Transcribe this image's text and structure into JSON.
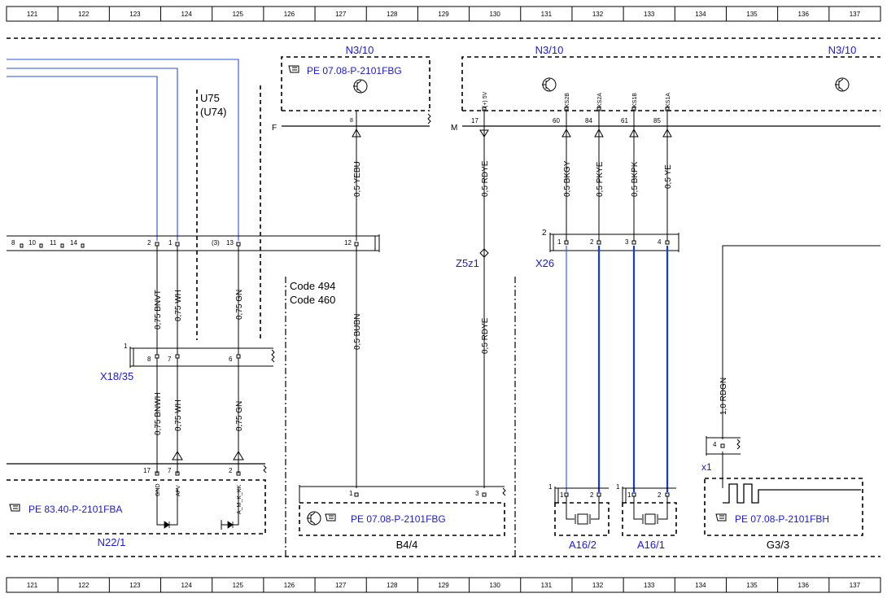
{
  "ruler": {
    "columns": [
      "121",
      "122",
      "123",
      "124",
      "125",
      "126",
      "127",
      "128",
      "129",
      "130",
      "131",
      "132",
      "133",
      "134",
      "135",
      "136",
      "137"
    ]
  },
  "components": {
    "n3_10_a": "N3/10",
    "n3_10_b": "N3/10",
    "n3_10_c": "N3/10",
    "u75": "U75",
    "u74": "(U74)",
    "code494": "Code 494",
    "code460": "Code 460",
    "x18_35": "X18/35",
    "x26": "X26",
    "z5z1": "Z5z1",
    "x1": "x1",
    "n22_1": "N22/1",
    "b4_4": "B4/4",
    "a16_2": "A16/2",
    "a16_1": "A16/1",
    "g3_3": "G3/3"
  },
  "references": {
    "ref_n3_10": "PE 07.08-P-2101FBG",
    "ref_n22_1": "PE 83.40-P-2101FBA",
    "ref_b4_4": "PE 07.08-P-2101FBG",
    "ref_g3_3": "PE 07.08-P-2101FBH"
  },
  "connector_letters": {
    "f": "F",
    "m": "M"
  },
  "pin_labels": {
    "p5v": "(+) 5V",
    "ks2b": "KS2B",
    "ks2a": "KS2A",
    "ks1b": "KS1B",
    "ks1a": "KS1A",
    "gnd": "GND",
    "afv": "AFV",
    "amkk": "A_M_K_KK"
  },
  "pins": {
    "n3_f_8": "8",
    "n3_m_17": "17",
    "n3_m_60": "60",
    "n3_m_84": "84",
    "n3_m_61": "61",
    "n3_m_85": "85",
    "bus_8": "8",
    "bus_10": "10",
    "bus_11": "11",
    "bus_14": "14",
    "bus_2": "2",
    "bus_1": "1",
    "bus_3p": "(3)",
    "bus_13": "13",
    "bus_12": "12",
    "x18_1": "1",
    "x18_8": "8",
    "x18_7": "7",
    "x18_6": "6",
    "x26_2": "2",
    "x26_p1": "1",
    "x26_p2": "2",
    "x26_p3": "3",
    "x26_p4": "4",
    "n22_17": "17",
    "n22_7": "7",
    "n22_2": "2",
    "b44_1": "1",
    "b44_3": "3",
    "a162_1a": "1",
    "a162_1b": "1",
    "a162_2": "2",
    "a161_1a": "1",
    "a161_1b": "1",
    "a161_2": "2",
    "g33_4": "4"
  },
  "wires": {
    "w_yebu": "0,5 YEBU",
    "w_rdye_top": "0,5 RDYE",
    "w_bkgy": "0,5 BKGY",
    "w_pkye": "0,5 PKYE",
    "w_bkpk": "0,5 BKPK",
    "w_ye": "0,5 YE",
    "w_bnvt": "0,75 BNVT",
    "w_wh_top": "0,75 WH",
    "w_gn_top": "0,75 GN",
    "w_bubn": "0,5 BUBN",
    "w_rdye_bot": "0,5 RDYE",
    "w_bnwh": "0,75 BNWH",
    "w_wh_bot": "0,75 WH",
    "w_gn_bot": "0,75 GN",
    "w_rdgn": "1,0 RDGN"
  }
}
